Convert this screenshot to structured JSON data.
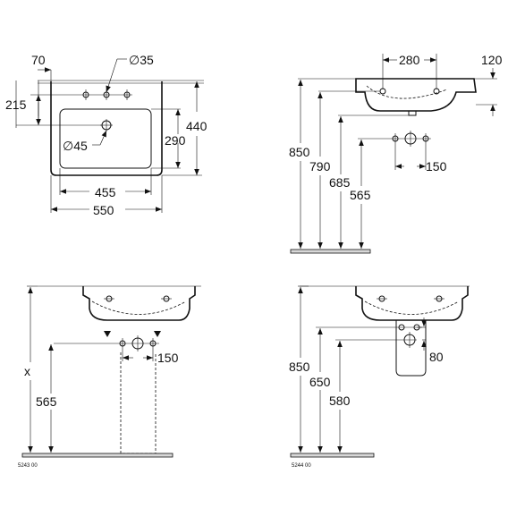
{
  "views": {
    "top_view": {
      "dims": {
        "d70": "70",
        "d35": "∅35",
        "d215": "215",
        "d45": "∅45",
        "d290": "290",
        "d440": "440",
        "d455": "455",
        "d550": "550"
      }
    },
    "side_view": {
      "dims": {
        "d280": "280",
        "d120": "120",
        "d850": "850",
        "d790": "790",
        "d685": "685",
        "d565": "565",
        "d150": "150"
      }
    },
    "front_pedestal": {
      "dims": {
        "dx": "x",
        "d565": "565",
        "d150": "150"
      },
      "code": "5243 00"
    },
    "front_semi_pedestal": {
      "dims": {
        "d850": "850",
        "d650": "650",
        "d580": "580",
        "d80": "80"
      },
      "code": "5244 00"
    }
  }
}
